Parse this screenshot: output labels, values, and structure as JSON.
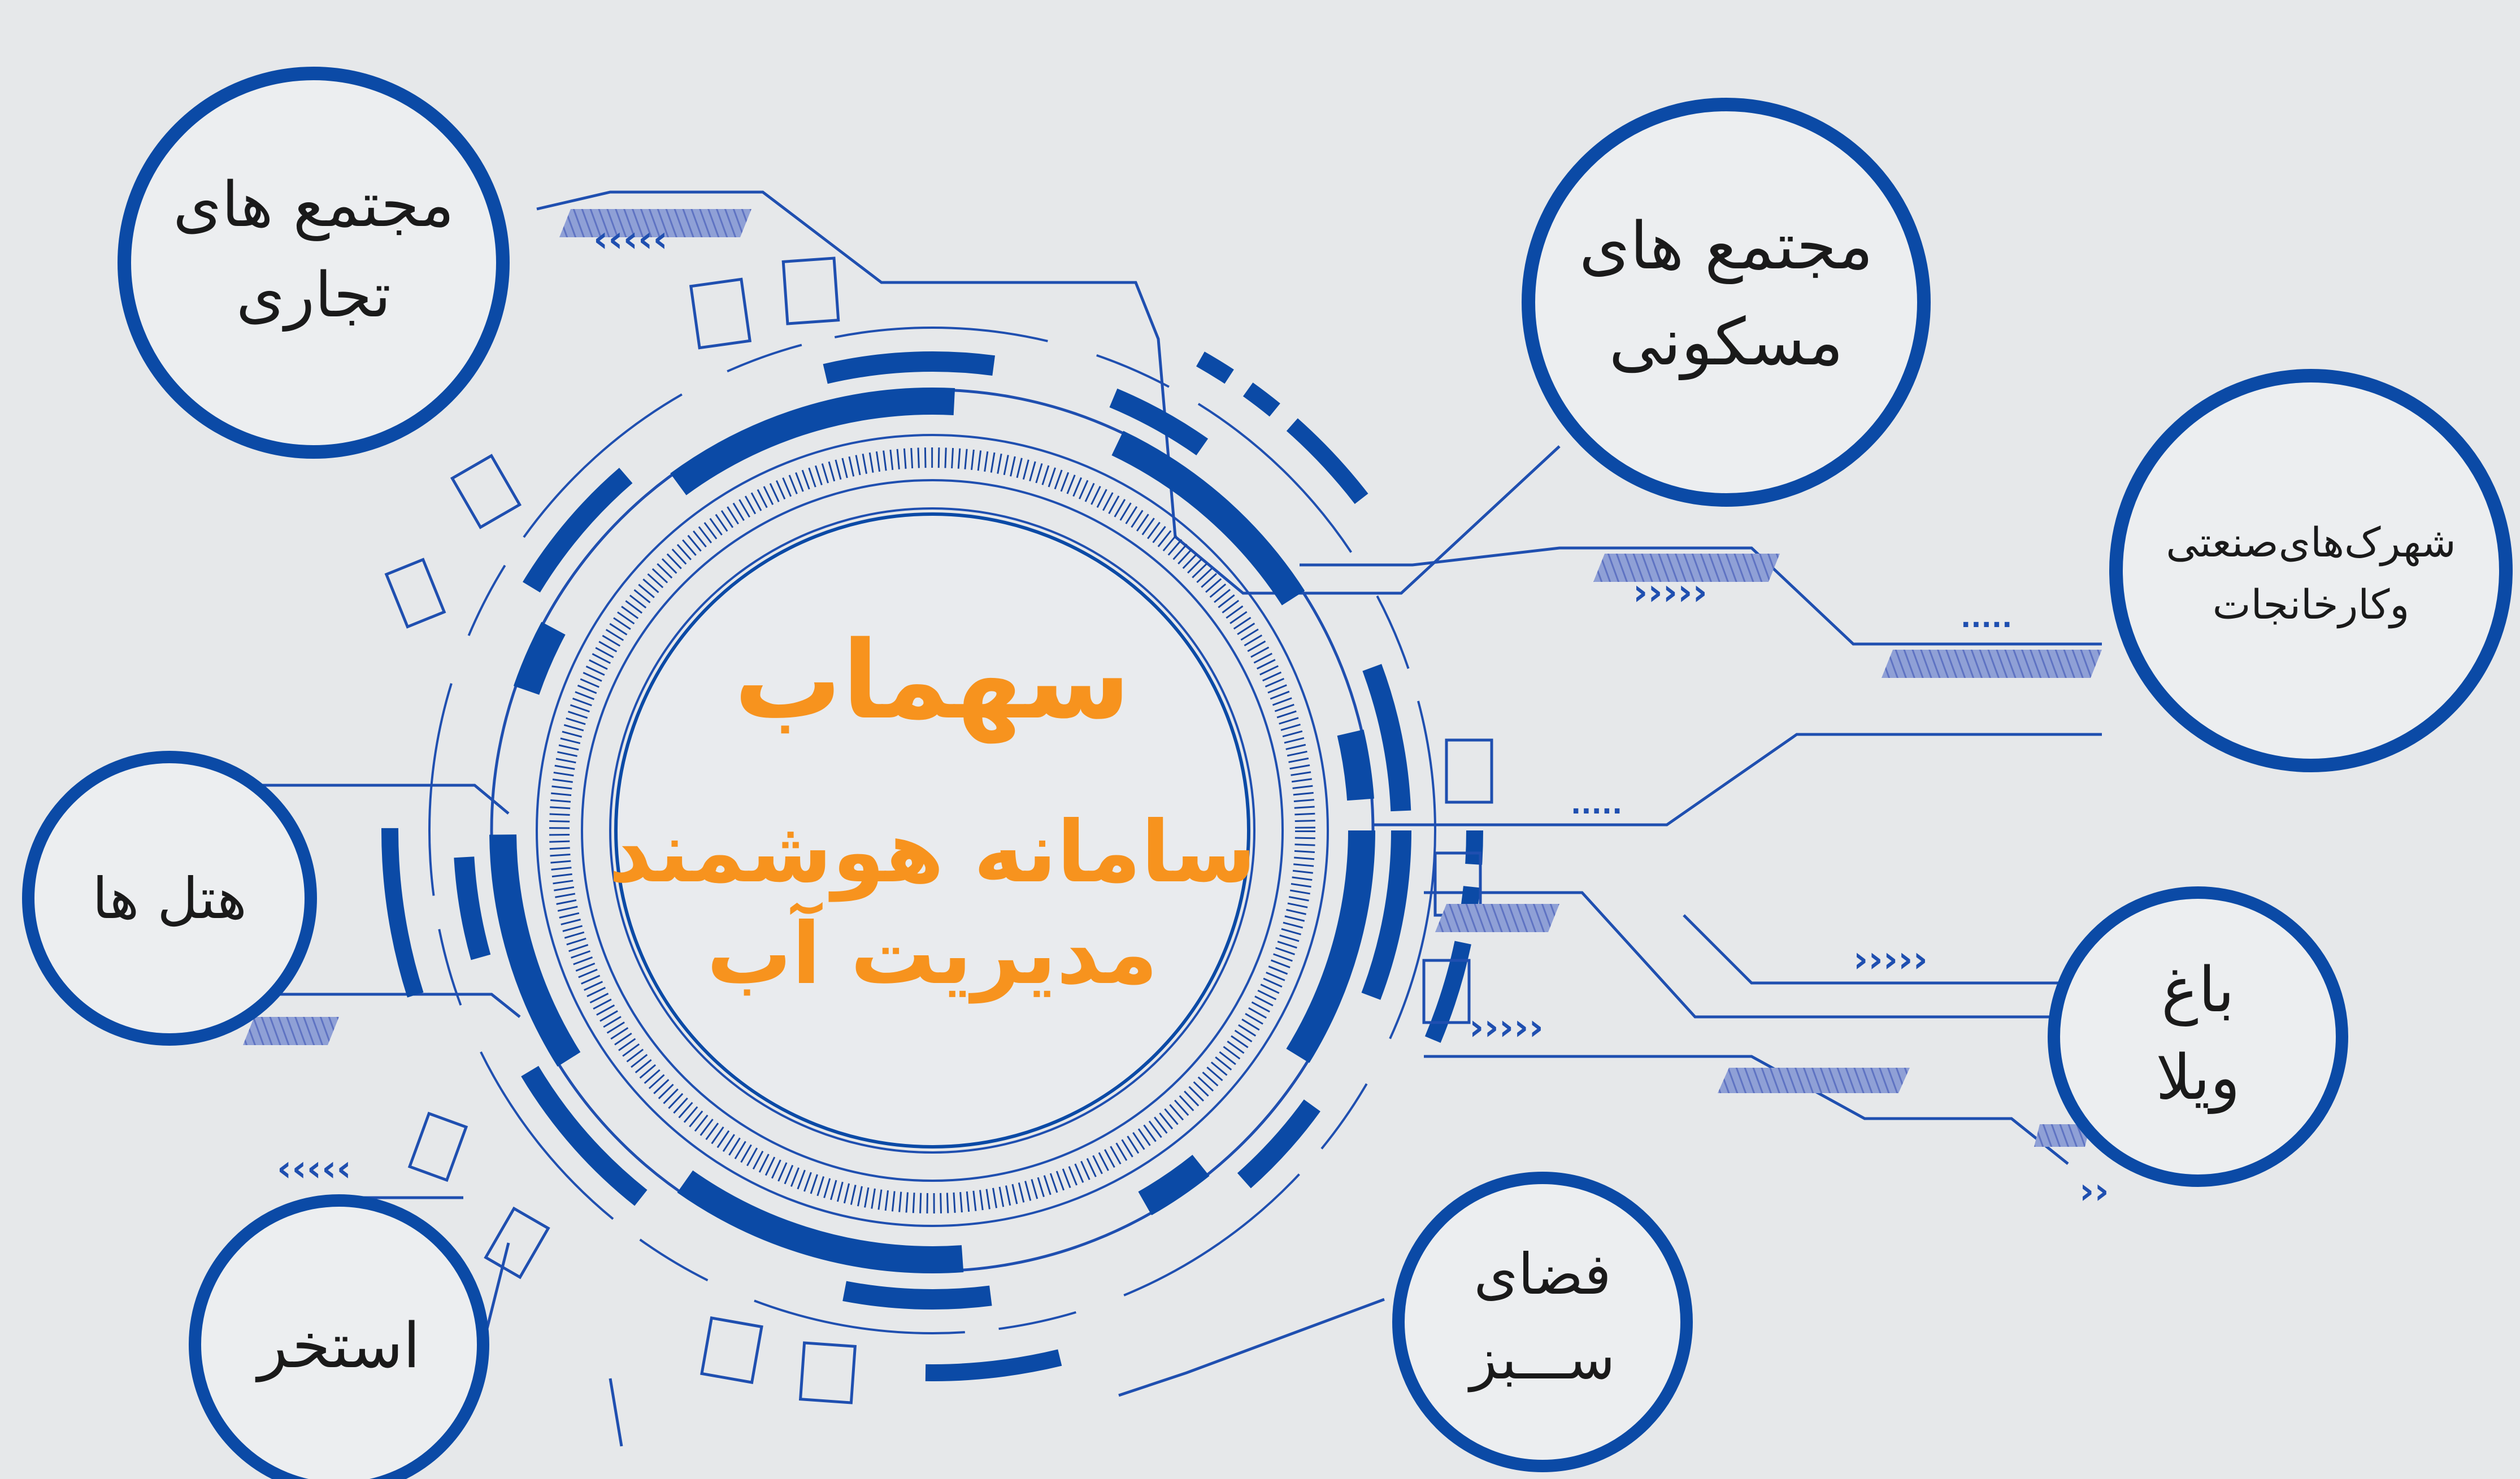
{
  "center": {
    "title": "سهماب",
    "subtitle_line1": "سامانه هوشمند",
    "subtitle_line2": "مدیریت آب"
  },
  "nodes": {
    "commercial": {
      "line1": "مجتمع های",
      "line2": "تجاری"
    },
    "residential": {
      "line1": "مجتمع های",
      "line2": "مسکونی"
    },
    "industrial": {
      "line1": "شهرک‌های‌صنعتی",
      "line2": "وکارخانجات"
    },
    "hotels": {
      "line1": "هتل ها"
    },
    "garden": {
      "line1": "باغ",
      "line2": "ویلا"
    },
    "pool": {
      "line1": "استخر"
    },
    "green": {
      "line1": "فضای",
      "line2": "ســـبز"
    }
  },
  "decor": {
    "chevrons_right": "›››››",
    "chevrons_left": "‹‹‹‹‹",
    "chevrons_small": "››",
    "dots": "....."
  },
  "colors": {
    "background": "#e6e8ea",
    "primary_blue": "#0b4aa6",
    "light_blue": "#6f86c8",
    "accent_orange": "#f7931e",
    "node_text": "#1a1a1a"
  }
}
